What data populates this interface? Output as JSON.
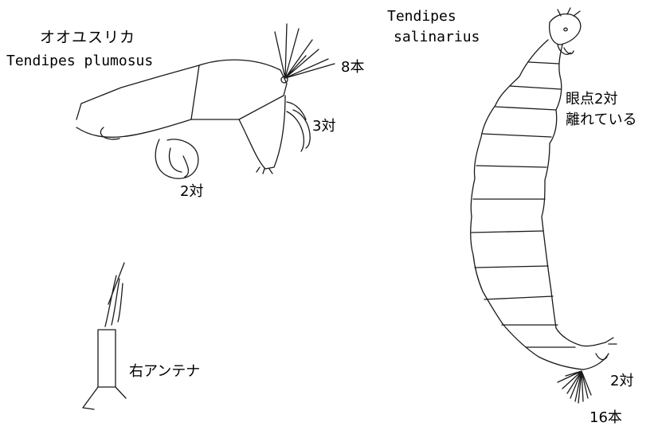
{
  "figure": {
    "background": "#ffffff",
    "ink": "#1a1a1a",
    "plumosus": {
      "name_jp": "オオユスリカ",
      "name_sci": "Tendipes plumosus",
      "bristles": "8本",
      "pairs_front": "3対",
      "pairs_bottom": "2対"
    },
    "antenna": {
      "label": "右アンテナ"
    },
    "salinarius": {
      "name_line1": "Tendipes",
      "name_line2": "salinarius",
      "eyespot_line1": "眼点2対",
      "eyespot_line2": "離れている",
      "tail_pairs": "2対",
      "tail_bristles": "16本"
    }
  }
}
